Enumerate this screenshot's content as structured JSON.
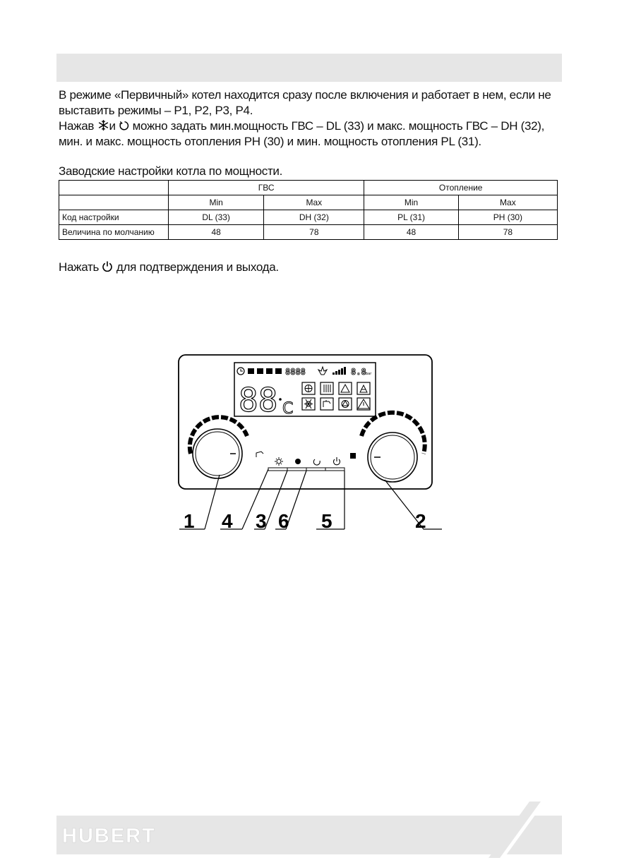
{
  "text": {
    "para1": "В режиме «Первичный» котел находится сразу после включения и работает в нем, если не выставить режимы – P1, P2, P3, P4.",
    "para2_a": "Нажав",
    "para2_b": "и",
    "para2_c": "можно задать мин.мощность ГВС – DL (33) и макс. мощность ГВС – DH (32), мин. и макс. мощность отопления PH (30) и мин. мощность отопления PL (31).",
    "table_caption": "Заводские настройки котла по мощности.",
    "confirm_a": "Нажать",
    "confirm_b": "для подтверждения и выхода."
  },
  "table": {
    "group_dhw": "ГВС",
    "group_heating": "Отопление",
    "sub_headers": [
      "Min",
      "Max",
      "Min",
      "Max"
    ],
    "rows": [
      {
        "label": "Код настройки",
        "values": [
          "DL (33)",
          "DH (32)",
          "PL (31)",
          "PH (30)"
        ]
      },
      {
        "label": "Величина по молчанию",
        "values": [
          "48",
          "78",
          "48",
          "78"
        ]
      }
    ]
  },
  "panel": {
    "lcd_digits": "88",
    "lcd_small_digits": "8888",
    "lcd_pressure": "8.8",
    "lcd_unit": "bar",
    "lcd_degree": "C",
    "callouts": [
      "1",
      "4",
      "3",
      "6",
      "5",
      "2"
    ]
  },
  "footer": {
    "brand": "HUBERT"
  }
}
